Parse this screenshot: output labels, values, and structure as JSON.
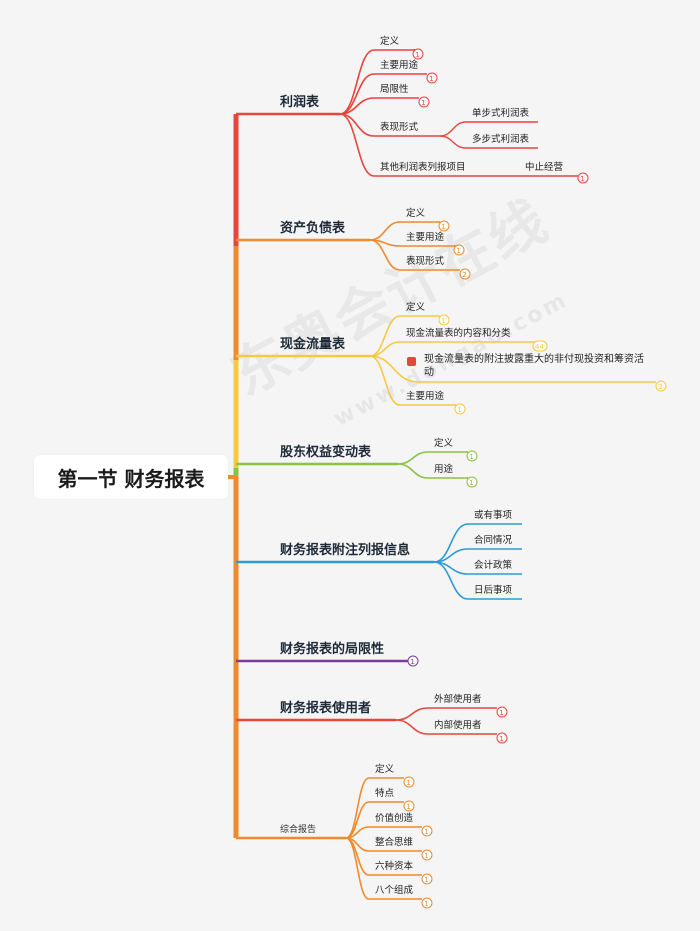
{
  "root": "第一节 财务报表",
  "watermark": {
    "brand": "东奥会计在线",
    "url": "www.dongao.com"
  },
  "colors": {
    "red": "#e8453c",
    "orange": "#f08a2c",
    "yellow": "#f6c940",
    "green": "#8dc044",
    "blue": "#2e9bd6",
    "purple": "#7c3c9a",
    "orange2": "#f08a2c"
  },
  "branches": [
    {
      "label": "利润表",
      "color": "red",
      "children": [
        {
          "label": "定义",
          "badge": "1"
        },
        {
          "label": "主要用途",
          "badge": "1"
        },
        {
          "label": "局限性",
          "badge": "1"
        },
        {
          "label": "表现形式",
          "children": [
            {
              "label": "单步式利润表"
            },
            {
              "label": "多步式利润表"
            }
          ]
        },
        {
          "label": "其他利润表列报项目",
          "children": [
            {
              "label": "中止经营",
              "badge": "1"
            }
          ]
        }
      ]
    },
    {
      "label": "资产负债表",
      "color": "orange",
      "children": [
        {
          "label": "定义",
          "badge": "1"
        },
        {
          "label": "主要用途",
          "badge": "1"
        },
        {
          "label": "表现形式",
          "badge": "2"
        }
      ]
    },
    {
      "label": "现金流量表",
      "color": "yellow",
      "children": [
        {
          "label": "定义",
          "badge": "1"
        },
        {
          "label": "现金流量表的内容和分类",
          "badge": "44"
        },
        {
          "label": "现金流量表的附注披露重大的非付现投资和筹资活动",
          "badge": "2",
          "flag": true
        },
        {
          "label": "主要用途",
          "badge": "1"
        }
      ]
    },
    {
      "label": "股东权益变动表",
      "color": "green",
      "children": [
        {
          "label": "定义",
          "badge": "1"
        },
        {
          "label": "用途",
          "badge": "1"
        }
      ]
    },
    {
      "label": "财务报表附注列报信息",
      "color": "blue",
      "children": [
        {
          "label": "或有事项"
        },
        {
          "label": "合同情况"
        },
        {
          "label": "会计政策"
        },
        {
          "label": "日后事项"
        }
      ]
    },
    {
      "label": "财务报表的局限性",
      "color": "purple",
      "badge": "1"
    },
    {
      "label": "财务报表使用者",
      "color": "red",
      "children": [
        {
          "label": "外部使用者",
          "badge": "1"
        },
        {
          "label": "内部使用者",
          "badge": "1"
        }
      ]
    },
    {
      "label": "综合报告",
      "color": "orange2",
      "children": [
        {
          "label": "定义",
          "badge": "1"
        },
        {
          "label": "特点",
          "badge": "1"
        },
        {
          "label": "价值创造",
          "badge": "1"
        },
        {
          "label": "整合思维",
          "badge": "1"
        },
        {
          "label": "六种资本",
          "badge": "1"
        },
        {
          "label": "八个组成",
          "badge": "1"
        }
      ]
    }
  ]
}
